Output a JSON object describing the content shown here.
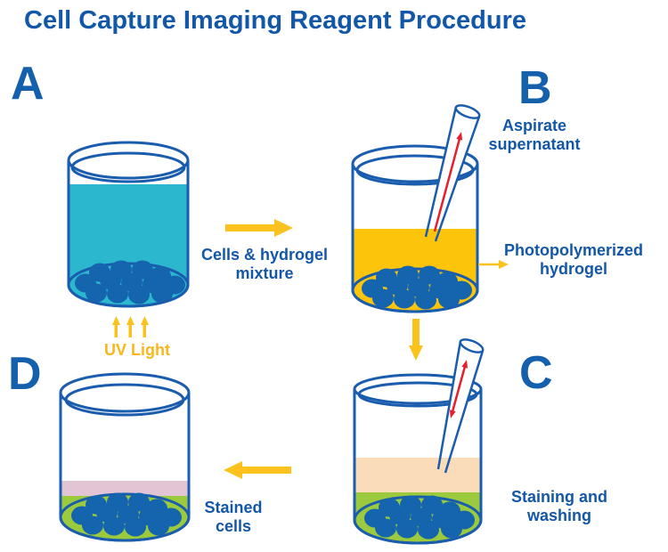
{
  "title": "Cell Capture Imaging Reagent Procedure",
  "panels": {
    "a": {
      "letter": "A"
    },
    "b": {
      "letter": "B"
    },
    "c": {
      "letter": "C"
    },
    "d": {
      "letter": "D"
    }
  },
  "labels": {
    "uv_light": "UV Light",
    "cells_hydrogel": [
      "Cells & hydrogel",
      "mixture"
    ],
    "aspirate": [
      "Aspirate",
      "supernatant"
    ],
    "photopolymerized": [
      "Photopolymerized",
      "hydrogel"
    ],
    "staining": [
      "Staining and",
      "washing"
    ],
    "stained": [
      "Stained",
      "cells"
    ]
  },
  "colors": {
    "text_blue": "#1257A8",
    "outline_blue": "#1A5CAD",
    "cell_blue": "#1565AE",
    "cyan_mixture": "#2BB7CE",
    "yellow_hydrogel": "#FCC40A",
    "yellow_arrow": "#FBC21D",
    "uv_text_gold": "#F9B71B",
    "green_layer": "#9BCA3E",
    "peach_layer": "#FBDCB8",
    "pink_layer": "#E2C5D5",
    "red_arrow": "#E4202C"
  }
}
